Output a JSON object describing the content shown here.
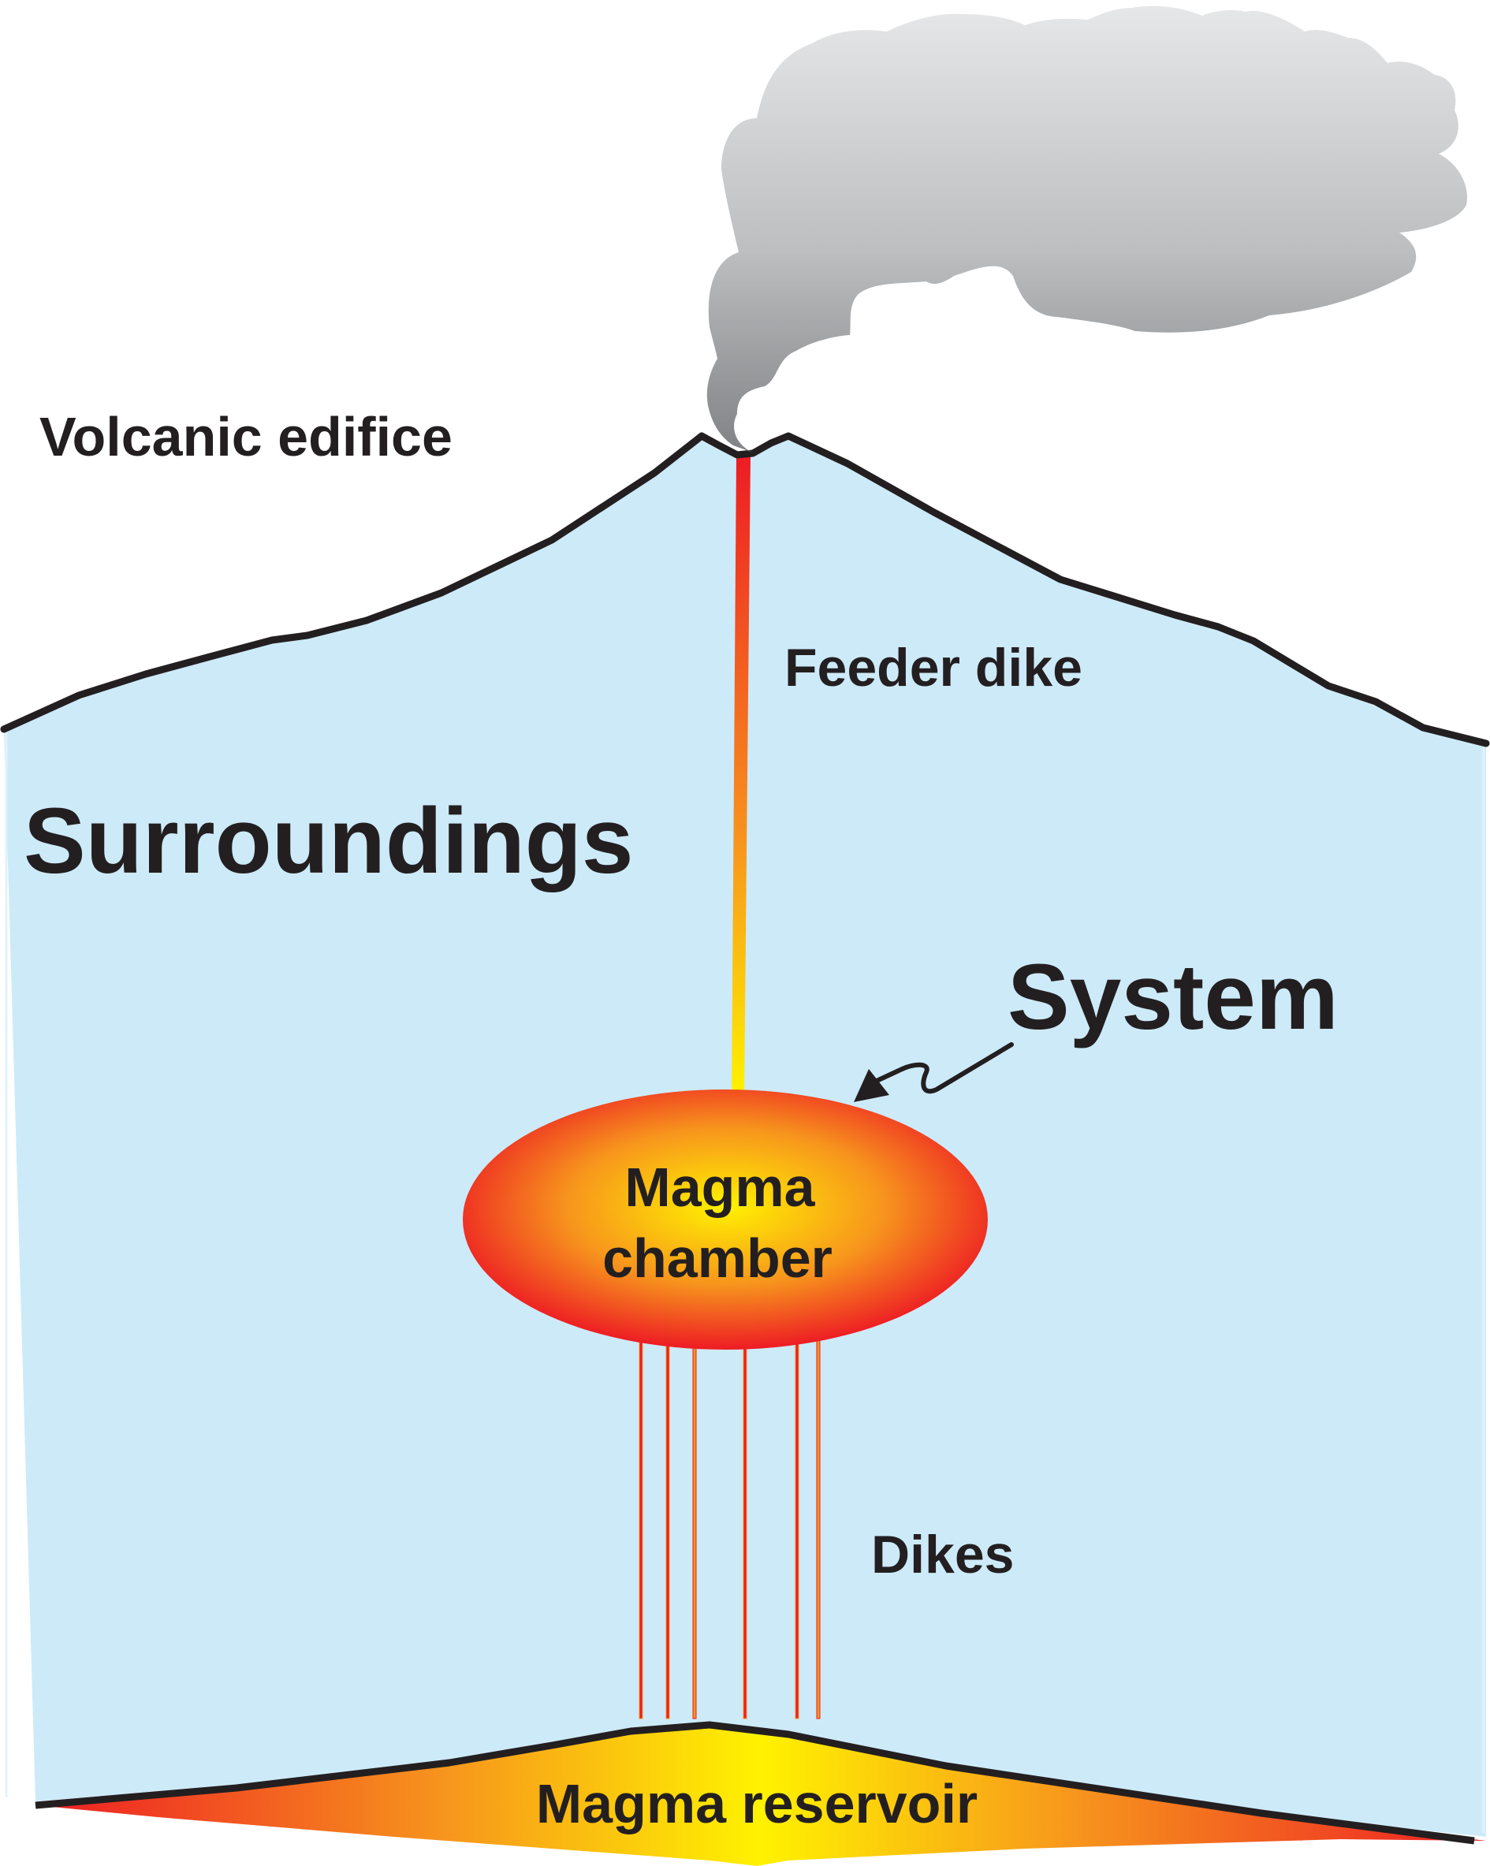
{
  "labels": {
    "volcanic_edifice": "Volcanic edifice",
    "feeder_dike": "Feeder dike",
    "surroundings": "Surroundings",
    "system": "System",
    "magma_chamber_line1": "Magma",
    "magma_chamber_line2": "chamber",
    "dikes": "Dikes",
    "magma_reservoir": "Magma reservoir"
  },
  "colors": {
    "crust": "#cdeaf9",
    "outline": "#231f20",
    "magma_hot": "#fff200",
    "magma_mid": "#f7941d",
    "magma_edge": "#ed1c24",
    "smoke_light": "#e6e7e8",
    "smoke_dark": "#808285"
  }
}
